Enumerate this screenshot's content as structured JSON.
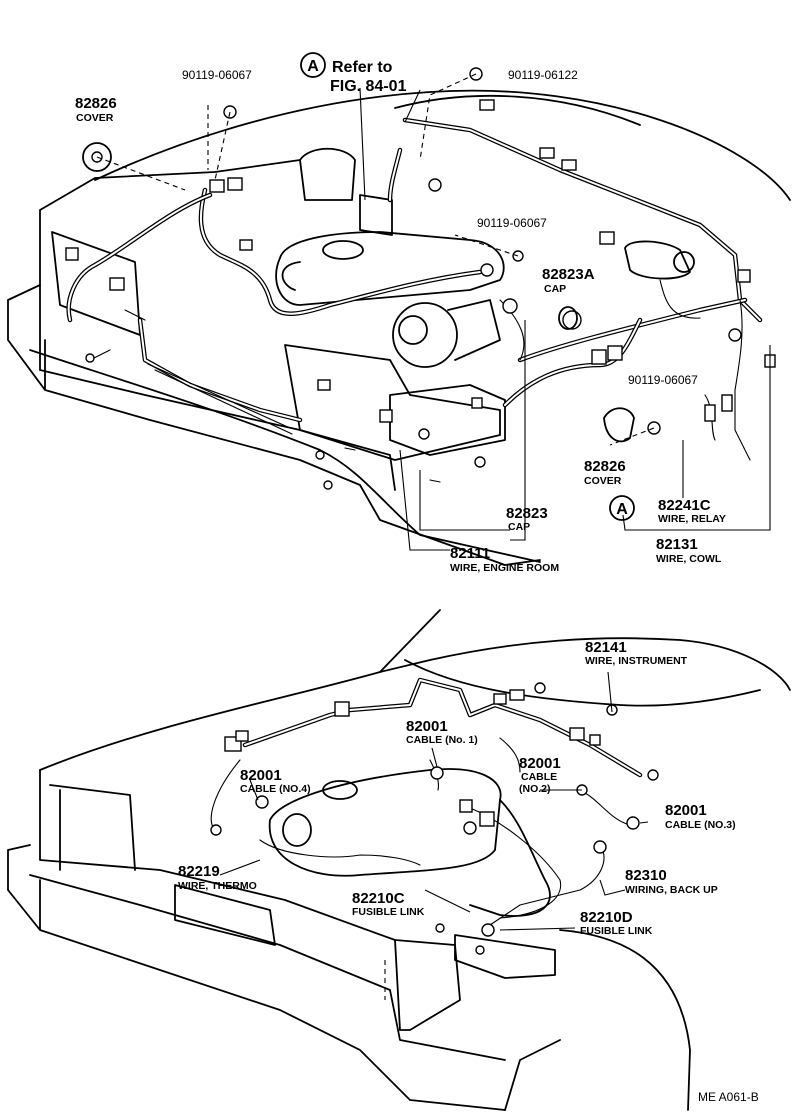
{
  "figure_code": "ME  A061-B",
  "ref_marker": "A",
  "refer_to": {
    "line1": "Refer to",
    "line2": "FIG. 84-01"
  },
  "top_parts": [
    {
      "id": "p1",
      "number": "82826",
      "name": "COVER"
    },
    {
      "id": "p2",
      "number": "90119-06067",
      "name": ""
    },
    {
      "id": "p3",
      "number": "90119-06122",
      "name": ""
    },
    {
      "id": "p4",
      "number": "90119-06067",
      "name": ""
    },
    {
      "id": "p5",
      "number": "82823A",
      "name": "CAP"
    },
    {
      "id": "p6",
      "number": "90119-06067",
      "name": ""
    },
    {
      "id": "p7",
      "number": "82826",
      "name": "COVER"
    },
    {
      "id": "p8",
      "number": "82241C",
      "name": "WIRE, RELAY"
    },
    {
      "id": "p9",
      "number": "82823",
      "name": "CAP"
    },
    {
      "id": "p10",
      "number": "82131",
      "name": "WIRE, COWL"
    },
    {
      "id": "p11",
      "number": "82111",
      "name": "WIRE, ENGINE ROOM"
    }
  ],
  "bottom_parts": [
    {
      "id": "q1",
      "number": "82141",
      "name": "WIRE, INSTRUMENT"
    },
    {
      "id": "q2",
      "number": "82001",
      "name": "CABLE (No. 1)"
    },
    {
      "id": "q3",
      "number": "82001",
      "name": "CABLE (NO.4)"
    },
    {
      "id": "q4",
      "number": "82001",
      "name": "CABLE"
    },
    {
      "id": "q4b",
      "number": "",
      "name": "(NO.2)"
    },
    {
      "id": "q5",
      "number": "82001",
      "name": "CABLE (NO.3)"
    },
    {
      "id": "q6",
      "number": "82219",
      "name": "WIRE, THERMO"
    },
    {
      "id": "q7",
      "number": "82310",
      "name": "WIRING, BACK UP"
    },
    {
      "id": "q8",
      "number": "82210C",
      "name": "FUSIBLE LINK"
    },
    {
      "id": "q9",
      "number": "82210D",
      "name": "FUSIBLE LINK"
    }
  ]
}
